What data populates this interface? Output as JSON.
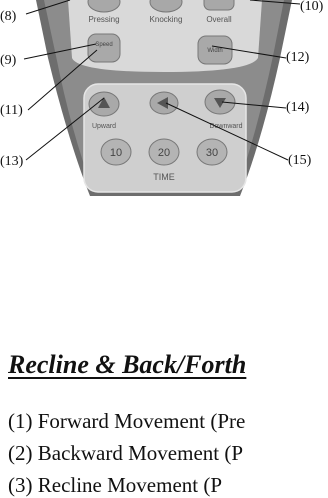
{
  "figure": {
    "buttons": {
      "pressing": "Pressing",
      "knocking": "Knocking",
      "overall": "Overall",
      "speed": "Speed",
      "width": "Width",
      "upward": "Upward",
      "downward": "Downward",
      "t10": "10",
      "t20": "20",
      "t30": "30",
      "time": "TIME"
    },
    "callouts": [
      "(8)",
      "(9)",
      "(10)",
      "(11)",
      "(12)",
      "(13)",
      "(14)",
      "(15)"
    ]
  },
  "section": {
    "heading": "Recline & Back/Forth",
    "items": [
      "(1) Forward Movement (Pre",
      "(2) Backward Movement (P",
      "(3) Recline Movement (P"
    ]
  }
}
